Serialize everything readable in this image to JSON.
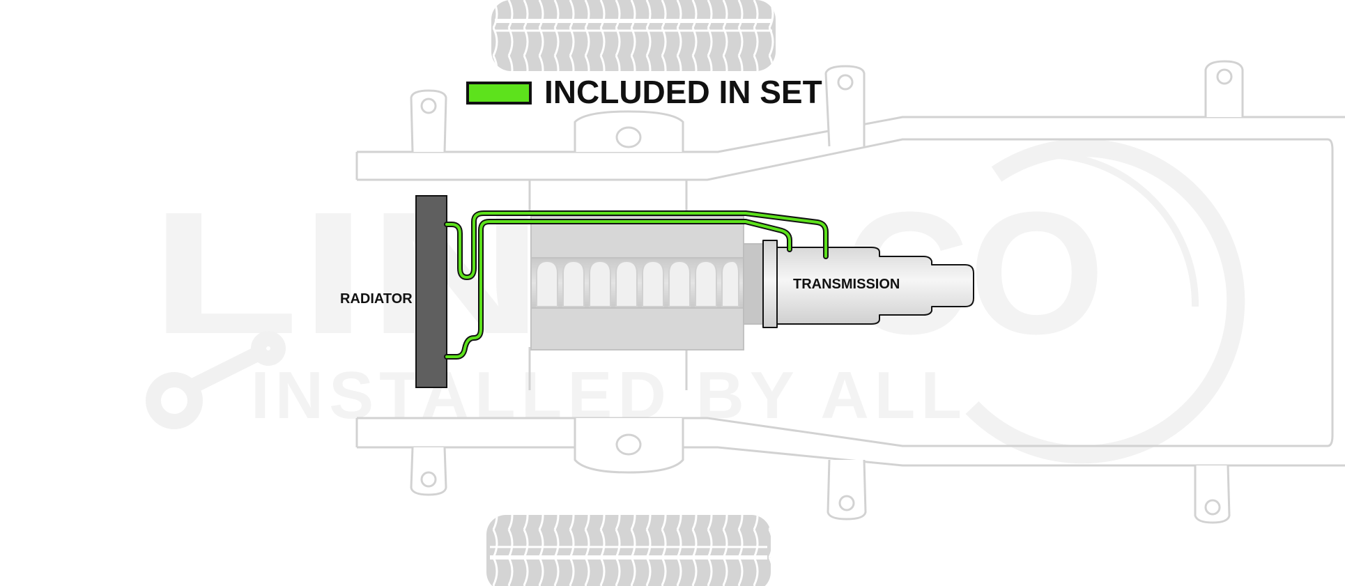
{
  "watermark": {
    "brand": "LINE",
    "brand_suffix": "CO",
    "tagline": "INSTALLED BY ALL"
  },
  "legend": {
    "label": "INCLUDED IN SET",
    "swatch_color": "#5de21c"
  },
  "labels": {
    "radiator": "RADIATOR",
    "transmission": "TRANSMISSION"
  },
  "colors": {
    "included_line": "#5de21c",
    "radiator": "#5f5f5f",
    "frame": "#d2d2d2",
    "engine": "#d8d8d8",
    "transmission": "#e2e2e2"
  }
}
